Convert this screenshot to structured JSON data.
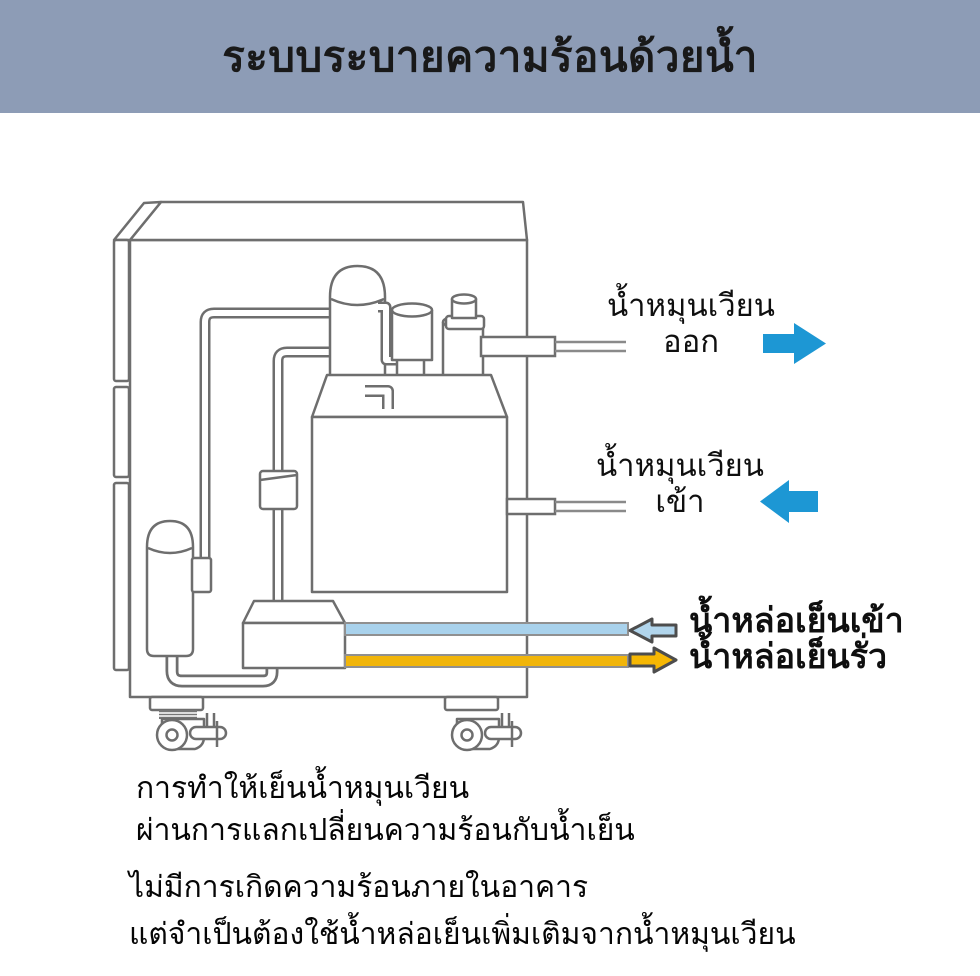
{
  "header": {
    "title": "ระบบระบายความร้อนด้วยน้ำ",
    "bg_color": "#8d9cb6",
    "text_color": "#191919"
  },
  "diagram": {
    "machine": {
      "description": "water-cooled chiller cabinet with compressor, tank, heat exchanger and casters",
      "line_color": "#6e6e6e"
    },
    "pipes": {
      "cooling_in_color": "#a9d2ec",
      "cooling_leak_color": "#f1b50a"
    },
    "labels": {
      "circulating_out": {
        "line1": "น้ำหมุนเวียน",
        "line2": "ออก",
        "arrow_direction": "right",
        "arrow_color": "#1d97d4"
      },
      "circulating_in": {
        "line1": "น้ำหมุนเวียน",
        "line2": "เข้า",
        "arrow_direction": "left",
        "arrow_color": "#1d97d4"
      },
      "cooling_in": {
        "text": "น้ำหล่อเย็นเข้า",
        "arrow_direction": "left",
        "arrow_fill": "#b1d5ec",
        "arrow_stroke": "#4d4d4d"
      },
      "cooling_leak": {
        "text": "น้ำหล่อเย็นรั่ว",
        "arrow_direction": "right",
        "arrow_fill": "#f6b703",
        "arrow_stroke": "#4d4d4d"
      }
    }
  },
  "notes": {
    "block1": {
      "line1": "การทำให้เย็นน้ำหมุนเวียน",
      "line2": "ผ่านการแลกเปลี่ยนความร้อนกับน้ำเย็น"
    },
    "block2": {
      "line1": "ไม่มีการเกิดความร้อนภายในอาคาร",
      "line2": "แต่จำเป็นต้องใช้น้ำหล่อเย็นเพิ่มเติมจากน้ำหมุนเวียน"
    }
  }
}
